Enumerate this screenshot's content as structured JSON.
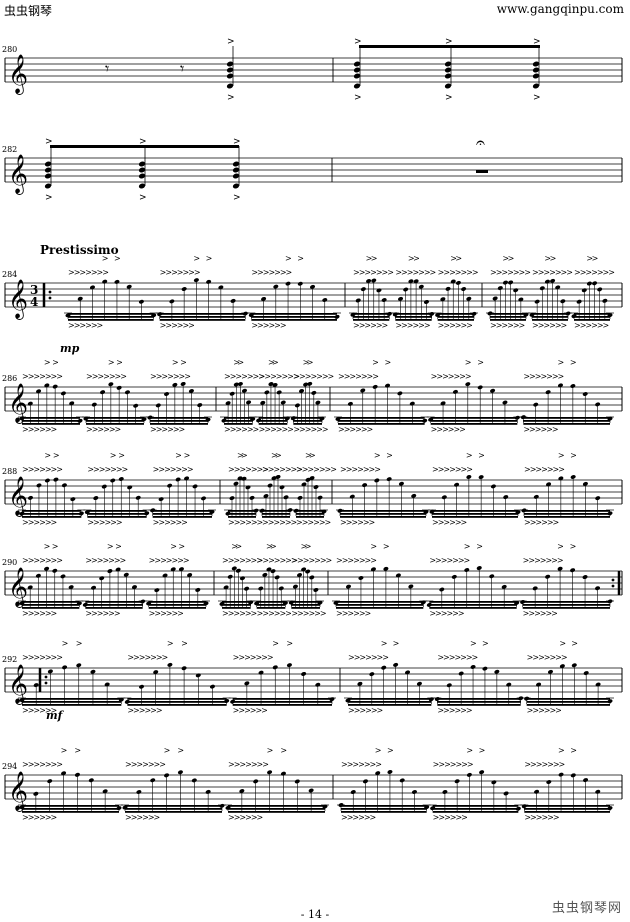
{
  "header": {
    "site_name": "虫虫钢琴",
    "site_url": "www.gangqinpu.com"
  },
  "systems": [
    {
      "measure": "280"
    },
    {
      "measure": "282"
    },
    {
      "measure": "284"
    },
    {
      "measure": "286"
    },
    {
      "measure": "288"
    },
    {
      "measure": "290"
    },
    {
      "measure": "292"
    },
    {
      "measure": "294"
    }
  ],
  "tempo_marking": "Prestissimo",
  "time_signature": {
    "top": "3",
    "bottom": "4"
  },
  "dynamics": {
    "first": "mp",
    "second": "mf"
  },
  "page_number": "- 14 -",
  "watermark": "虫虫钢琴网"
}
